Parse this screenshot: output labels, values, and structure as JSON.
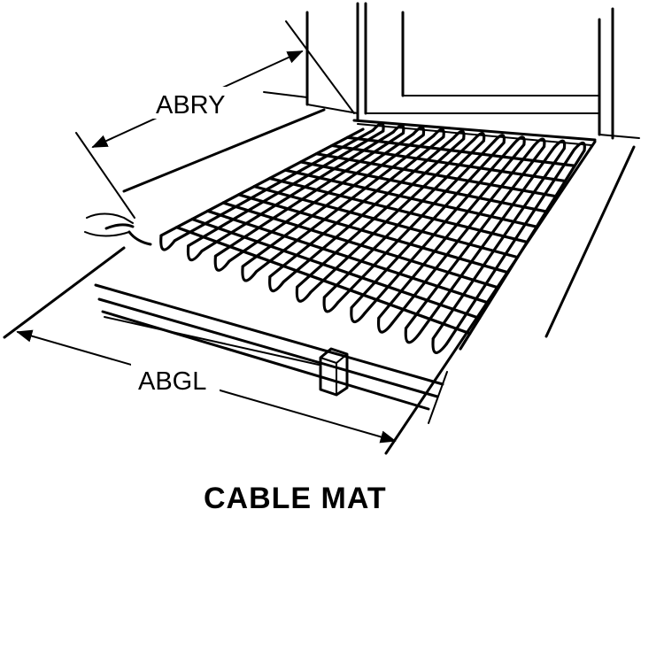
{
  "diagram": {
    "labels": {
      "width_dimension": "ABRY",
      "length_dimension": "ABGL"
    },
    "caption": "CABLE MAT"
  },
  "colors": {
    "ink": "#000000",
    "background": "#ffffff"
  }
}
